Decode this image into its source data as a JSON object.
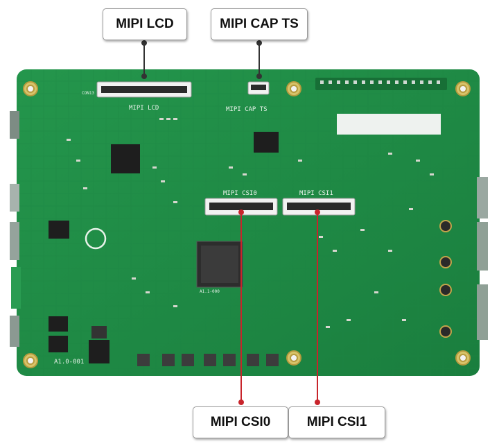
{
  "callouts": {
    "mipi_lcd": "MIPI LCD",
    "mipi_cap_ts": "MIPI CAP TS",
    "mipi_csi0": "MIPI CSI0",
    "mipi_csi1": "MIPI CSI1"
  },
  "silkscreen": {
    "mipi_lcd": "MIPI LCD",
    "mipi_cap_ts": "MIPI CAP TS",
    "mipi_csi0": "MIPI CSI0",
    "mipi_csi1": "MIPI CSI1",
    "revision": "A1.0-001",
    "chip_marking": "A1.1-000",
    "conn13": "CON13"
  },
  "colors": {
    "pcb": "#1f8a45",
    "leader_line": "#c8242b",
    "leader_dot": "#333333"
  }
}
